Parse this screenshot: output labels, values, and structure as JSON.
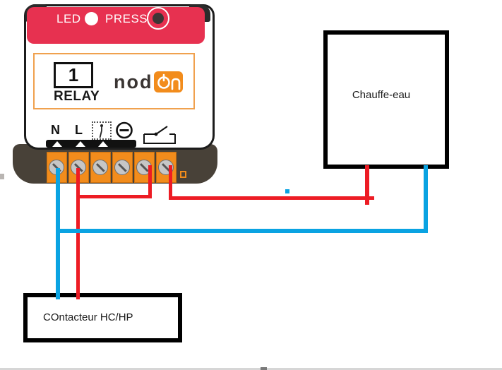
{
  "module": {
    "led_label": "LED",
    "press_label": "PRESS",
    "channel_number": "1",
    "relay_label": "RELAY",
    "brand_prefix": "nod",
    "terminal_n_label": "N",
    "terminal_l_label": "L"
  },
  "components": {
    "chauffe_eau_label": "Chauffe-eau",
    "contacteur_label": "COntacteur HC/HP"
  },
  "colors": {
    "header_red": "#e73150",
    "brand_orange": "#f28c1c",
    "box_orange": "#f0a14e",
    "band_dark": "#484138",
    "wire_red": "#ed1c24",
    "wire_blue": "#0aa3e2"
  }
}
